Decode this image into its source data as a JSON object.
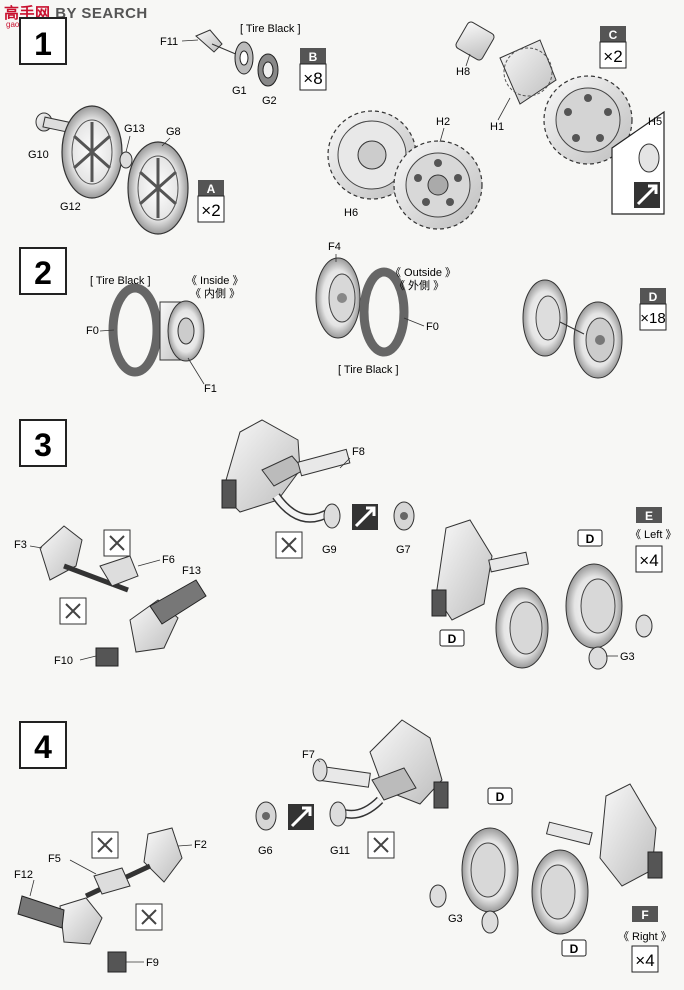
{
  "watermark": {
    "brand": "高手网",
    "search": "BY SEARCH",
    "url": "gao-shou.com"
  },
  "steps": [
    {
      "number": "1",
      "qty_boxes": [
        {
          "letter": "B",
          "qty": "×8"
        },
        {
          "letter": "A",
          "qty": "×2"
        },
        {
          "letter": "C",
          "qty": "×2"
        }
      ],
      "parts": [
        "F11",
        "G1",
        "G2",
        "H8",
        "H1",
        "H5",
        "G10",
        "G13",
        "G8",
        "G12",
        "H2",
        "H6"
      ],
      "labels": {
        "tire_black": "[ Tire Black ]"
      }
    },
    {
      "number": "2",
      "qty_boxes": [
        {
          "letter": "D",
          "qty": "×18"
        }
      ],
      "parts": [
        "F0",
        "F1",
        "F4",
        "F0"
      ],
      "labels": {
        "tire_black_1": "[ Tire Black ]",
        "inside_en": "《 Inside 》",
        "inside_cn": "《 内側 》",
        "outside_en": "《 Outside 》",
        "outside_cn": "《 外側 》",
        "tire_black_2": "[ Tire Black ]"
      }
    },
    {
      "number": "3",
      "qty_boxes": [
        {
          "letter": "E",
          "qty": "×4"
        }
      ],
      "parts": [
        "F8",
        "F3",
        "F6",
        "F13",
        "G9",
        "G7",
        "F10",
        "G3"
      ],
      "labels": {
        "left": "《 Left 》",
        "d1": "D",
        "d2": "D"
      }
    },
    {
      "number": "4",
      "qty_boxes": [
        {
          "letter": "F",
          "qty": "×4"
        }
      ],
      "parts": [
        "F7",
        "F2",
        "F5",
        "F12",
        "G6",
        "G11",
        "G3",
        "F9"
      ],
      "labels": {
        "right": "《 Right 》",
        "d1": "D",
        "d2": "D"
      }
    }
  ]
}
